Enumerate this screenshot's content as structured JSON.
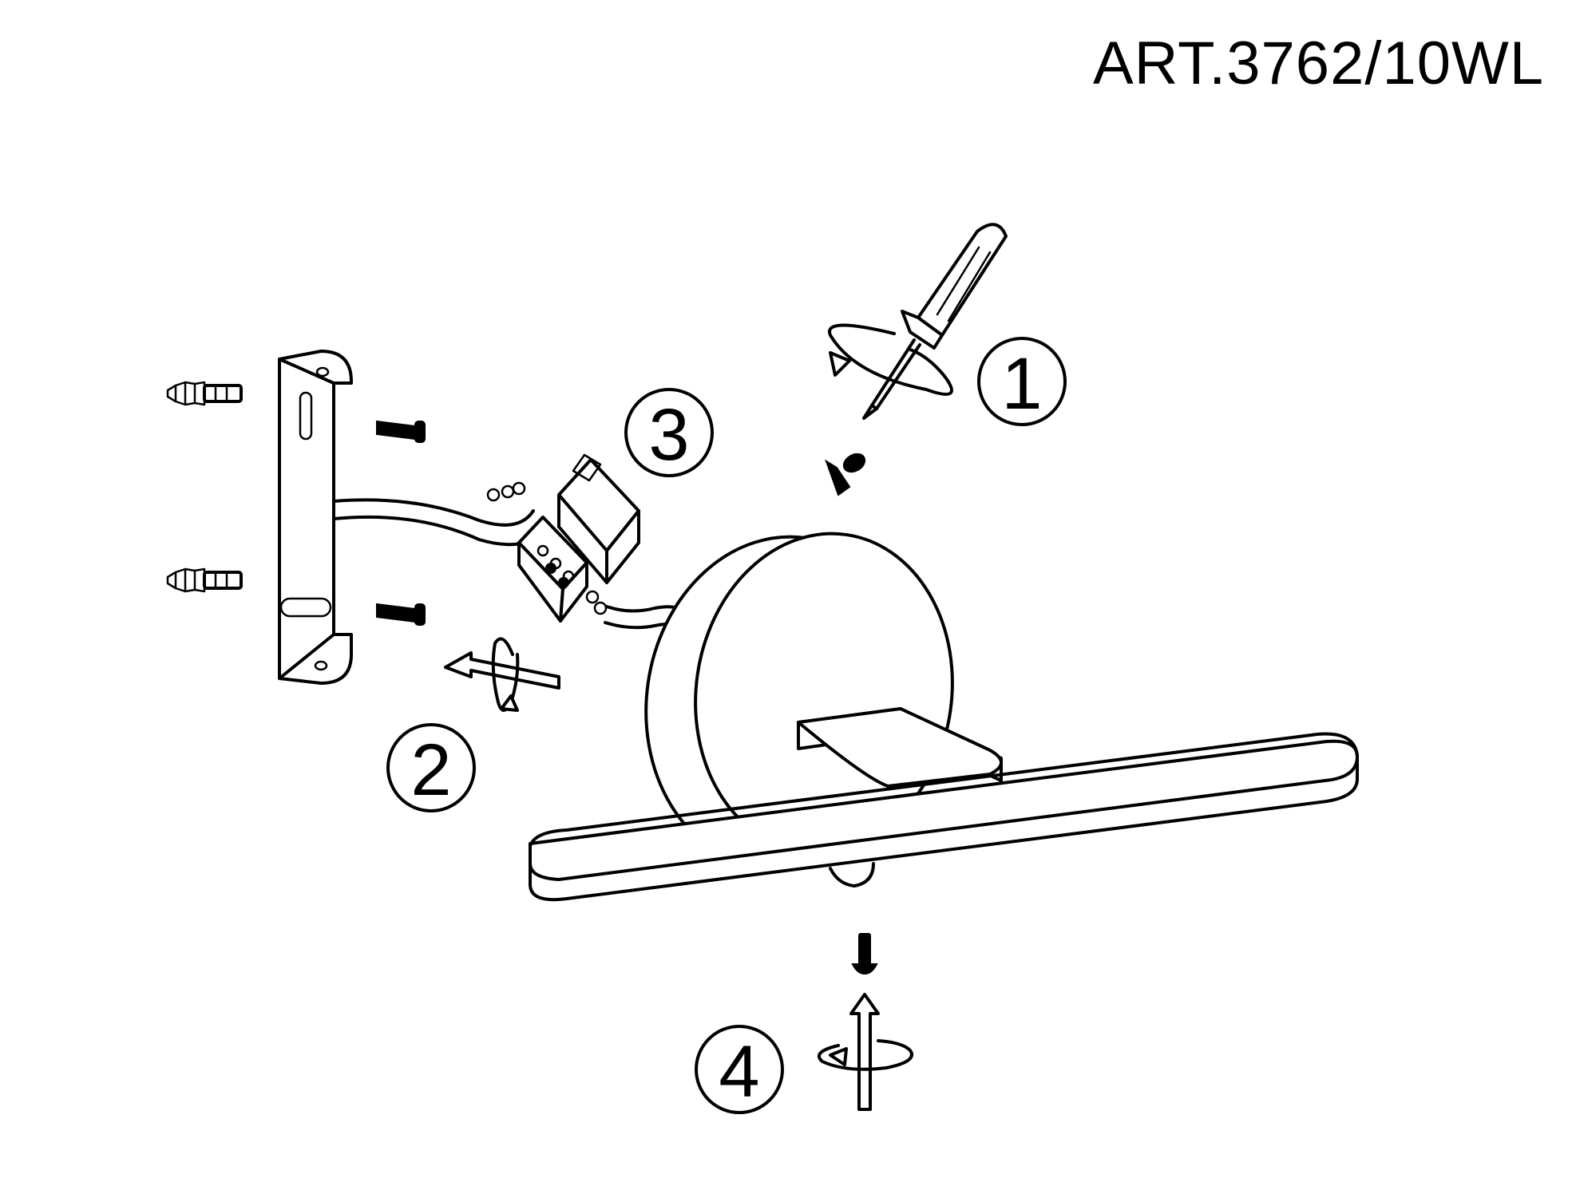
{
  "title": "ART.3762/10WL",
  "steps": [
    {
      "number": "1"
    },
    {
      "number": "2"
    },
    {
      "number": "3"
    },
    {
      "number": "4"
    }
  ],
  "colors": {
    "line": "#000000",
    "background": "#ffffff"
  }
}
